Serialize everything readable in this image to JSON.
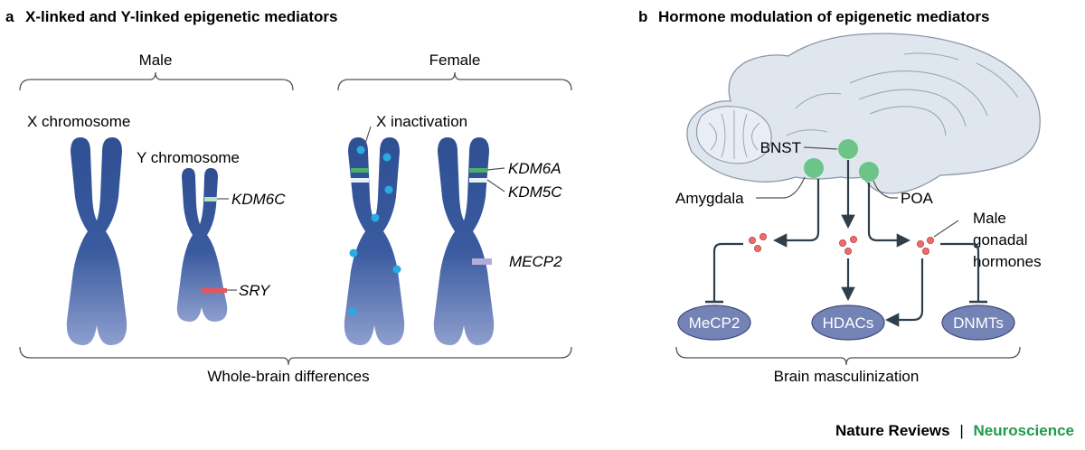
{
  "panel_a": {
    "letter": "a",
    "title": "X-linked and Y-linked epigenetic mediators",
    "male_label": "Male",
    "female_label": "Female",
    "x_chromosome_label": "X chromosome",
    "y_chromosome_label": "Y chromosome",
    "x_inactivation_label": "X inactivation",
    "genes": {
      "kdm6c": "KDM6C",
      "sry": "SRY",
      "kdm6a": "KDM6A",
      "kdm5c": "KDM5C",
      "mecp2": "MECP2"
    },
    "bottom_label": "Whole-brain differences"
  },
  "panel_b": {
    "letter": "b",
    "title": "Hormone modulation of epigenetic mediators",
    "regions": {
      "bnst": "BNST",
      "amygdala": "Amygdala",
      "poa": "POA"
    },
    "hormone_label_lines": [
      "Male",
      "gonadal",
      "hormones"
    ],
    "targets": {
      "mecp2": "MeCP2",
      "hdacs": "HDACs",
      "dnmts": "DNMTs"
    },
    "bottom_label": "Brain masculinization"
  },
  "footer": {
    "journal": "Nature Reviews",
    "separator": "|",
    "section": "Neuroscience"
  },
  "colors": {
    "chromosome": "#2f4f93",
    "chromosome_light": "#8e9fce",
    "xi_dot": "#29abe2",
    "band_green": "#4caf6e",
    "band_white": "#e8f1f8",
    "band_light_green": "#b9e0c4",
    "band_red": "#e8545a",
    "band_lavender": "#b3abd9",
    "brain_fill": "#dfe6ee",
    "brain_line": "#8a97a8",
    "region_green": "#6cc489",
    "hormone_dot": "#ef6b6b",
    "arrow": "#2e3e4a",
    "target_fill": "#7483b6",
    "neuroscience_green": "#1f9b4a"
  }
}
